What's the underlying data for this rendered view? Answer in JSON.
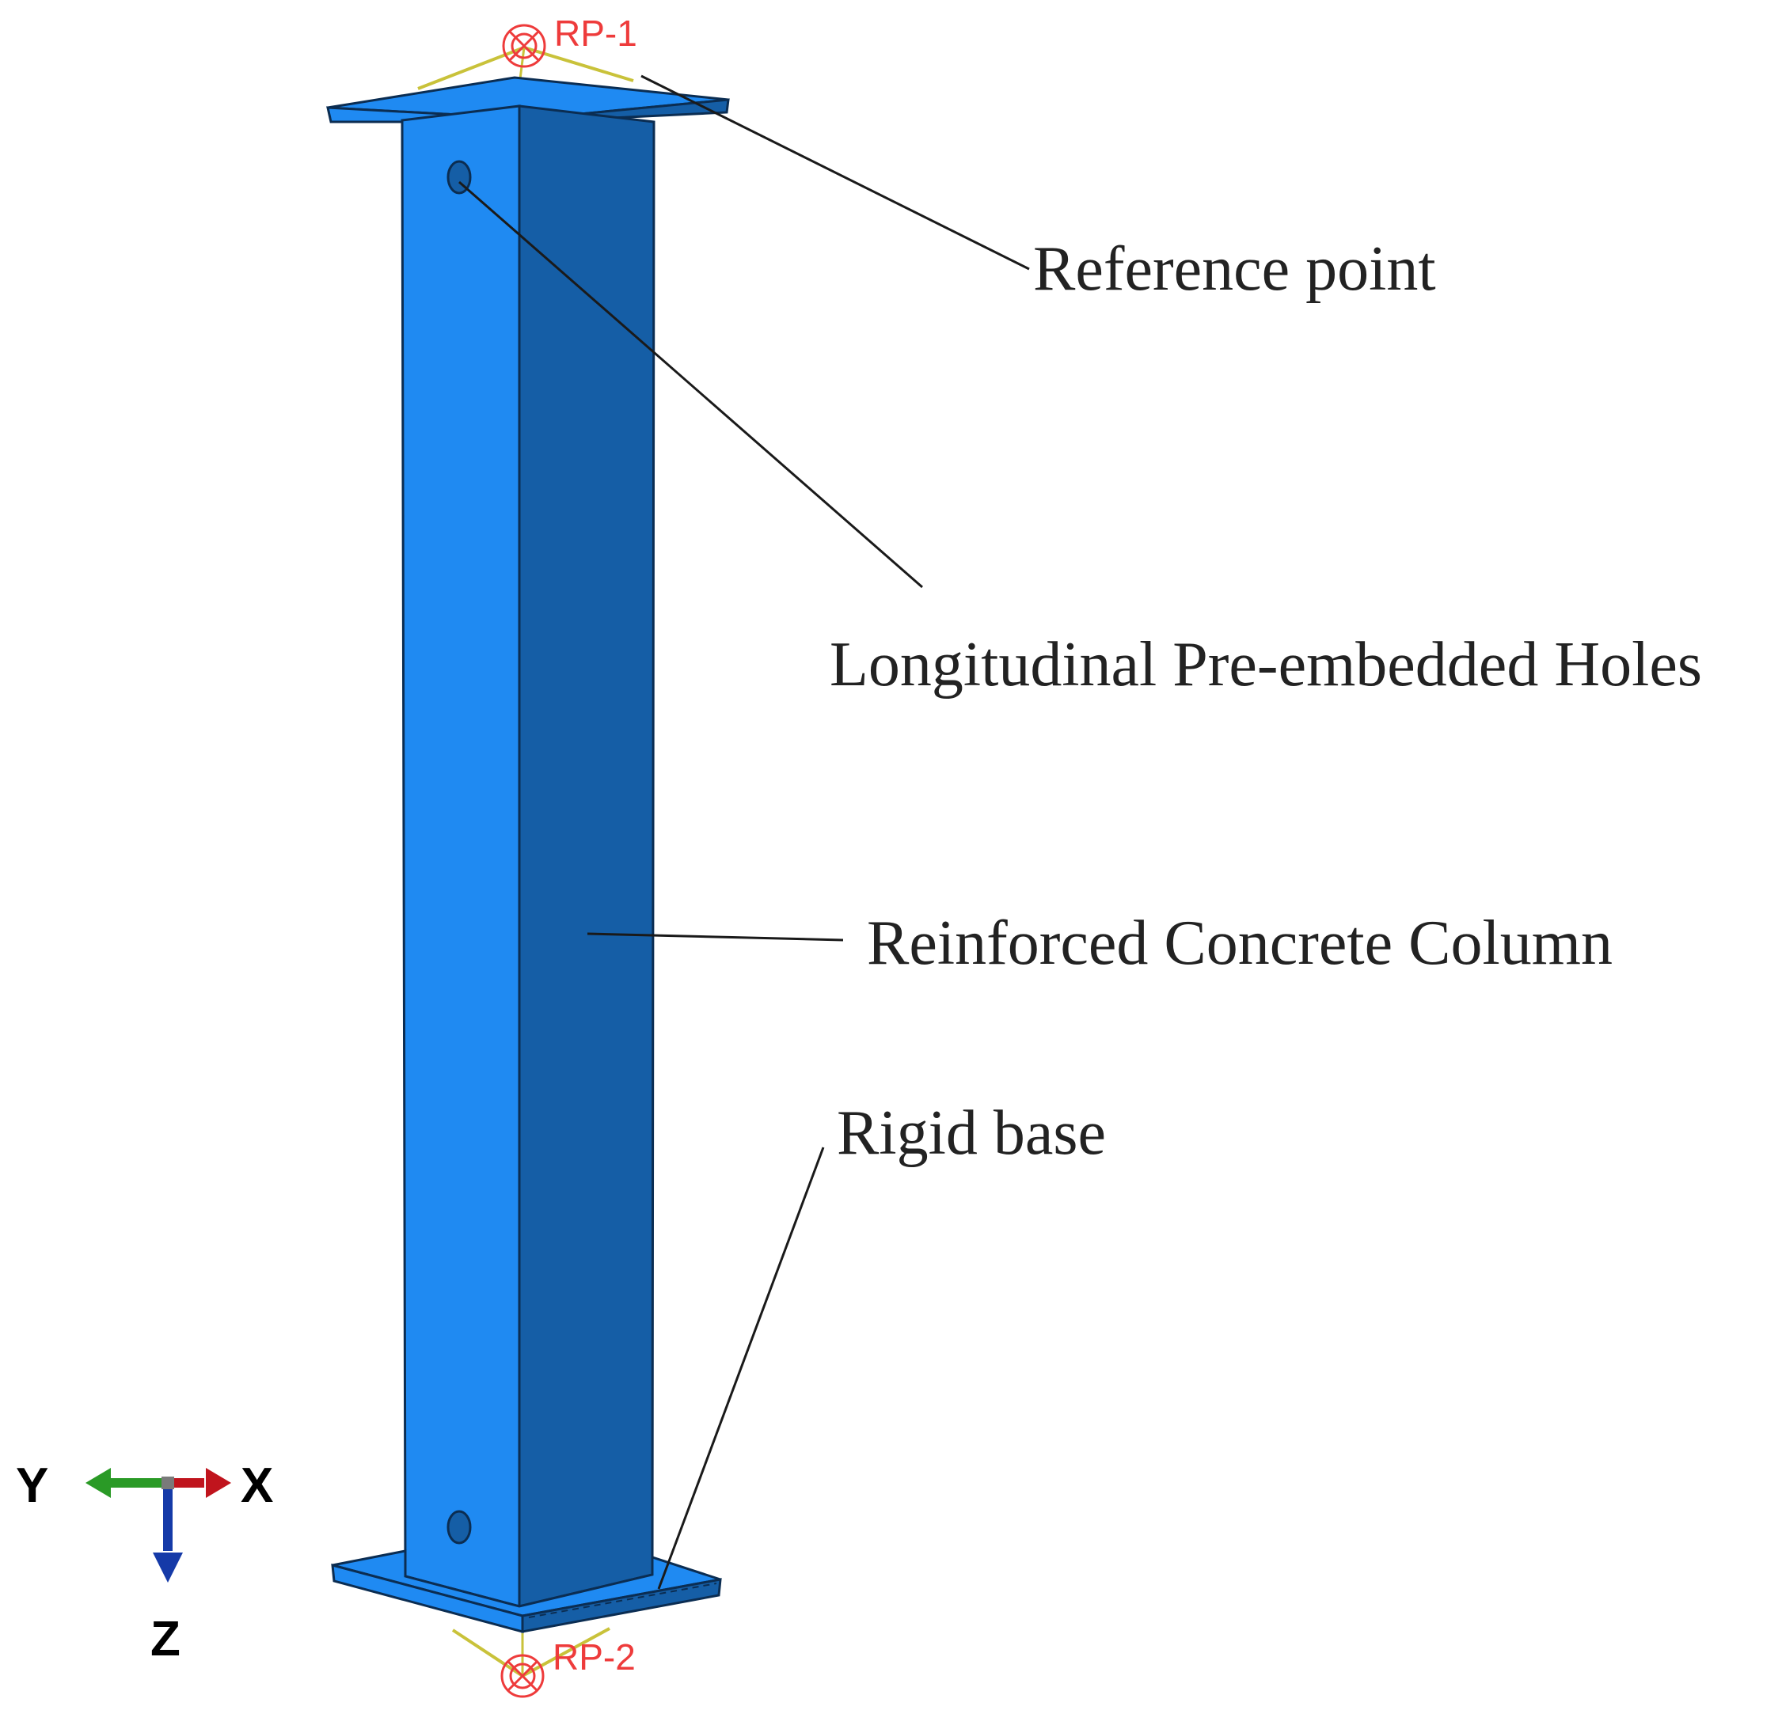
{
  "colors": {
    "face_light": "#1f8af2",
    "face_dark": "#155ea6",
    "edge": "#0b2d52",
    "rp": "#ee3b3b",
    "coupling": "#c9c23a",
    "axis_x": "#c0141d",
    "axis_y": "#2a9a26",
    "axis_z": "#153aa8",
    "leader": "#1a1a1a"
  },
  "model": {
    "parts": [
      "top-plate",
      "column-front-face",
      "column-side-face",
      "bottom-plate",
      "pre-embedded-hole-top",
      "pre-embedded-hole-bottom"
    ]
  },
  "reference_points": {
    "top": "RP-1",
    "bottom": "RP-2"
  },
  "callouts": {
    "reference_point": "Reference point",
    "holes": "Longitudinal Pre-embedded Holes",
    "column": "Reinforced Concrete Column",
    "base": "Rigid base"
  },
  "triad": {
    "y_label": "Y",
    "x_label": "X",
    "z_label": "Z"
  }
}
